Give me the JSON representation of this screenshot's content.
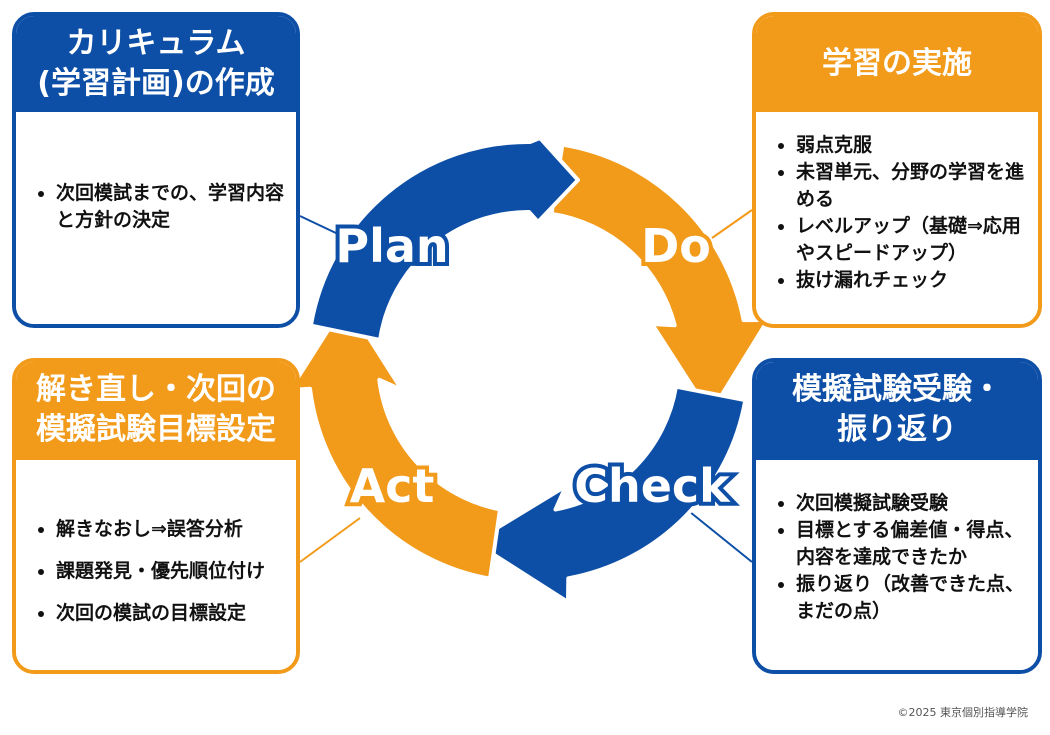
{
  "plan": {
    "title_line1": "カリキュラム",
    "title_line2": "(学習計画)の作成",
    "items": [
      "次回模試までの、学習内容と方針の決定"
    ]
  },
  "do": {
    "title": "学習の実施",
    "items": [
      "弱点克服",
      "未習単元、分野の学習を進める",
      "レベルアップ（基礎⇒応用やスピードアップ）",
      "抜け漏れチェック"
    ]
  },
  "act": {
    "title_line1": "解き直し・次回の",
    "title_line2": "模擬試験目標設定",
    "items": [
      "解きなおし⇒誤答分析",
      "課題発見・優先順位付け",
      "次回の模試の目標設定"
    ]
  },
  "check": {
    "title_line1": "模擬試験受験・",
    "title_line2": "振り返り",
    "items": [
      "次回模擬試験受験",
      "目標とする偏差値・得点、内容を達成できたか",
      "振り返り（改善できた点、まだの点）"
    ]
  },
  "cycle": {
    "plan_label": "Plan",
    "do_label": "Do",
    "check_label": "Check",
    "act_label": "Act"
  },
  "colors": {
    "blue": "#0d4fa6",
    "orange": "#f29a1a"
  },
  "copyright": "©2025 東京個別指導学院"
}
